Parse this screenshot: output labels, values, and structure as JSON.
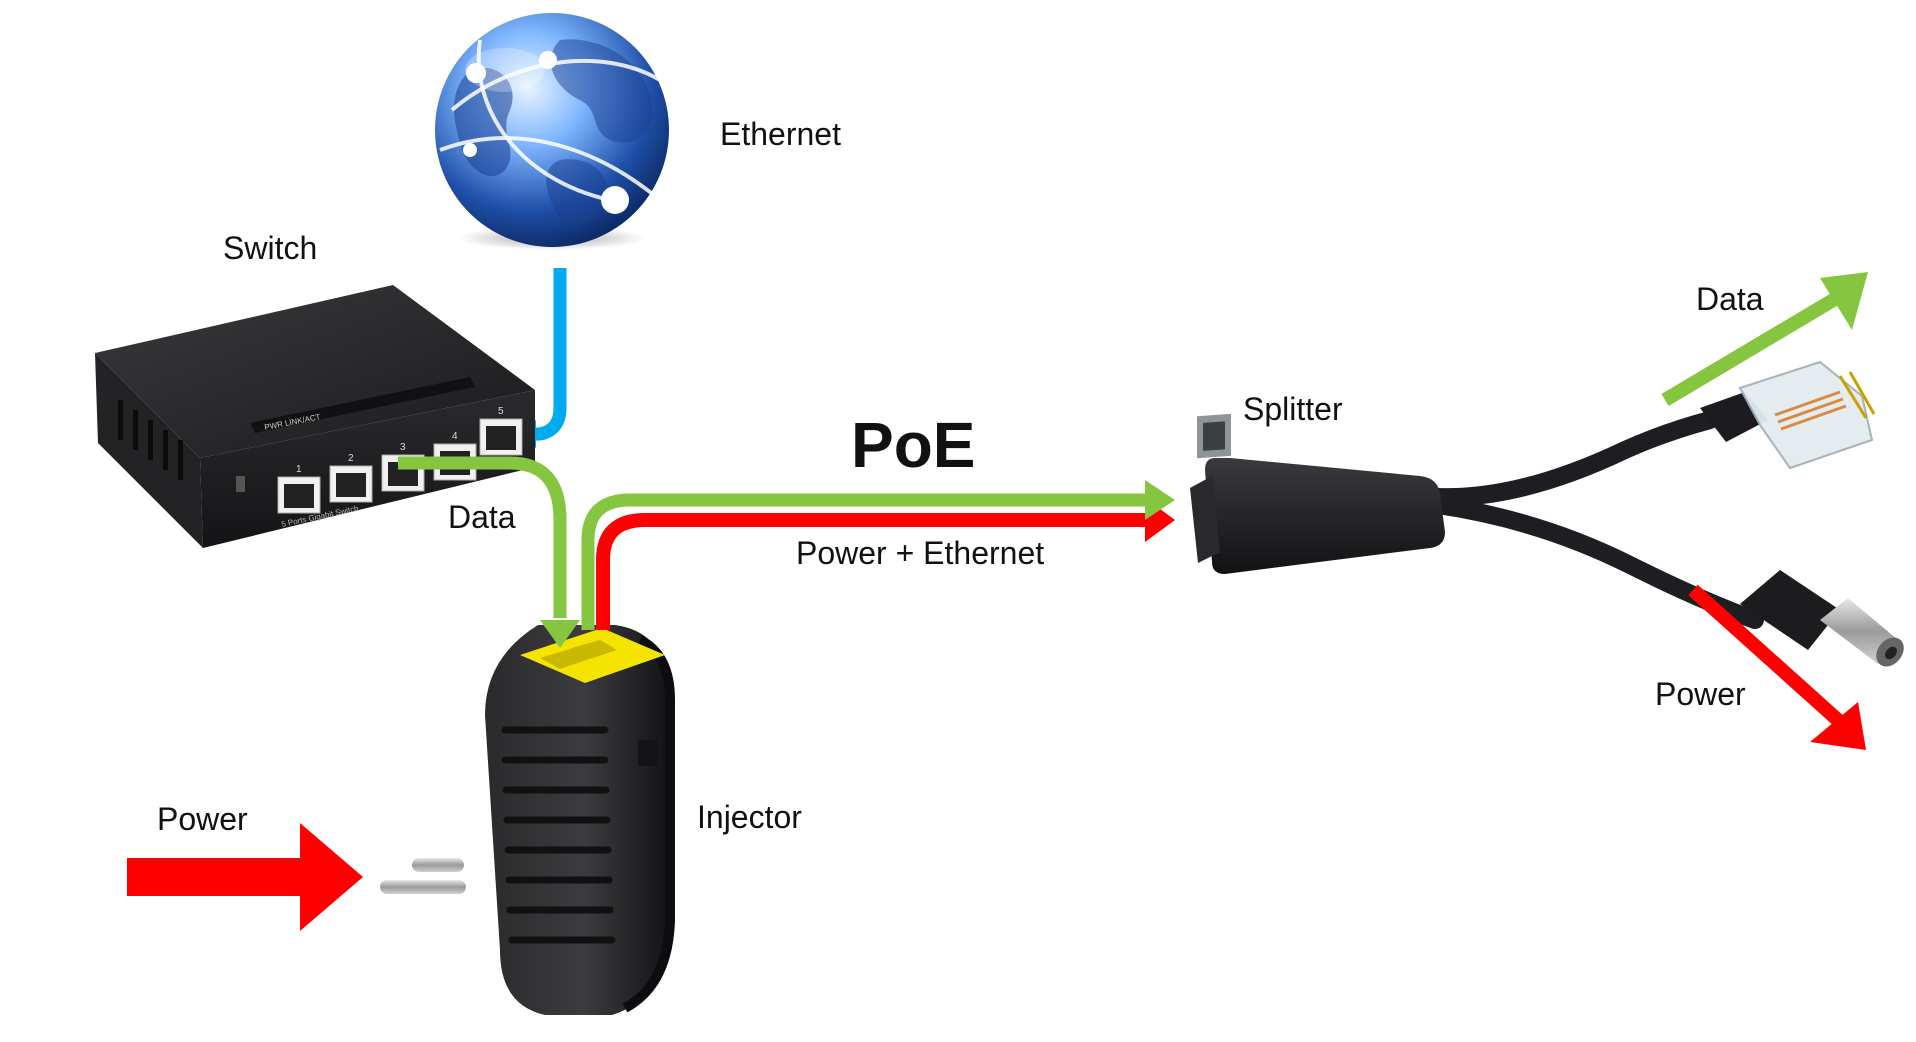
{
  "title": "PoE",
  "labels": {
    "ethernet": "Ethernet",
    "switch": "Switch",
    "data_switch": "Data",
    "power_ethernet": "Power + Ethernet",
    "splitter": "Splitter",
    "data_out": "Data",
    "power_out": "Power",
    "injector": "Injector",
    "power_in": "Power"
  },
  "switch_port_numbers": [
    "1",
    "2",
    "3",
    "4",
    "5"
  ],
  "switch_model_text": "5 Ports Gigabit Switch",
  "switch_indicator_text": "PWR   LINK/ACT",
  "colors": {
    "data": "#86c540",
    "power": "#ff0000",
    "ethernet": "#00aaee",
    "device_dark": "#1d1d1f",
    "injector_port": "#f5e400"
  }
}
